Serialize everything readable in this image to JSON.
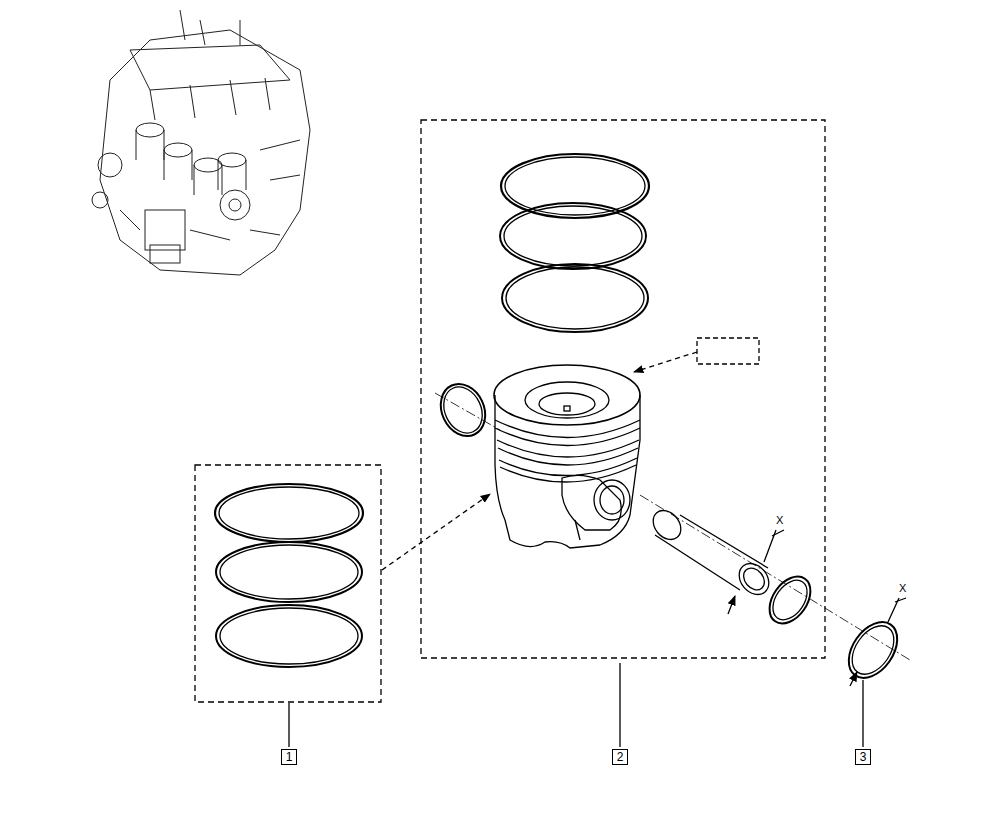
{
  "diagram": {
    "nodes": [
      {
        "text": [
          "1"
        ]
      },
      {
        "text": [
          "2"
        ]
      },
      {
        "text": [
          "3"
        ]
      }
    ],
    "labels": [
      "X",
      "X"
    ]
  }
}
